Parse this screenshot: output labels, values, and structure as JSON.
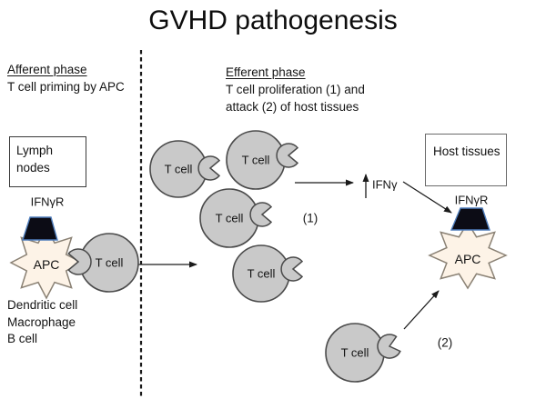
{
  "title": "GVHD pathogenesis",
  "labels": {
    "tcell": "T cell",
    "apc": "APC"
  },
  "afferent": {
    "heading": "Afferent phase",
    "description": "T cell priming by APC",
    "lymph_box": {
      "line1": "Lymph",
      "line2": "nodes"
    },
    "receptor_label": "IFNγR",
    "apc_cell_types": [
      "Dendritic cell",
      "Macrophage",
      "B cell"
    ]
  },
  "efferent": {
    "heading": "Efferent phase",
    "description_line1": "T cell proliferation (1) and",
    "description_line2": "attack (2) of host tissues",
    "cytokine_label": "IFNγ",
    "step1_marker": "(1)",
    "step2_marker": "(2)",
    "host_box_label": "Host tissues",
    "receptor_label": "IFNγR"
  },
  "colors": {
    "tcell_fill": "#c9c9c9",
    "tcell_stroke": "#4a4a4a",
    "apc_fill": "#fdf3e7",
    "apc_stroke": "#8a8174",
    "receptor_fill": "#0c0c15",
    "receptor_accent": "#4f7dbb",
    "ink": "#1a1a1a"
  }
}
